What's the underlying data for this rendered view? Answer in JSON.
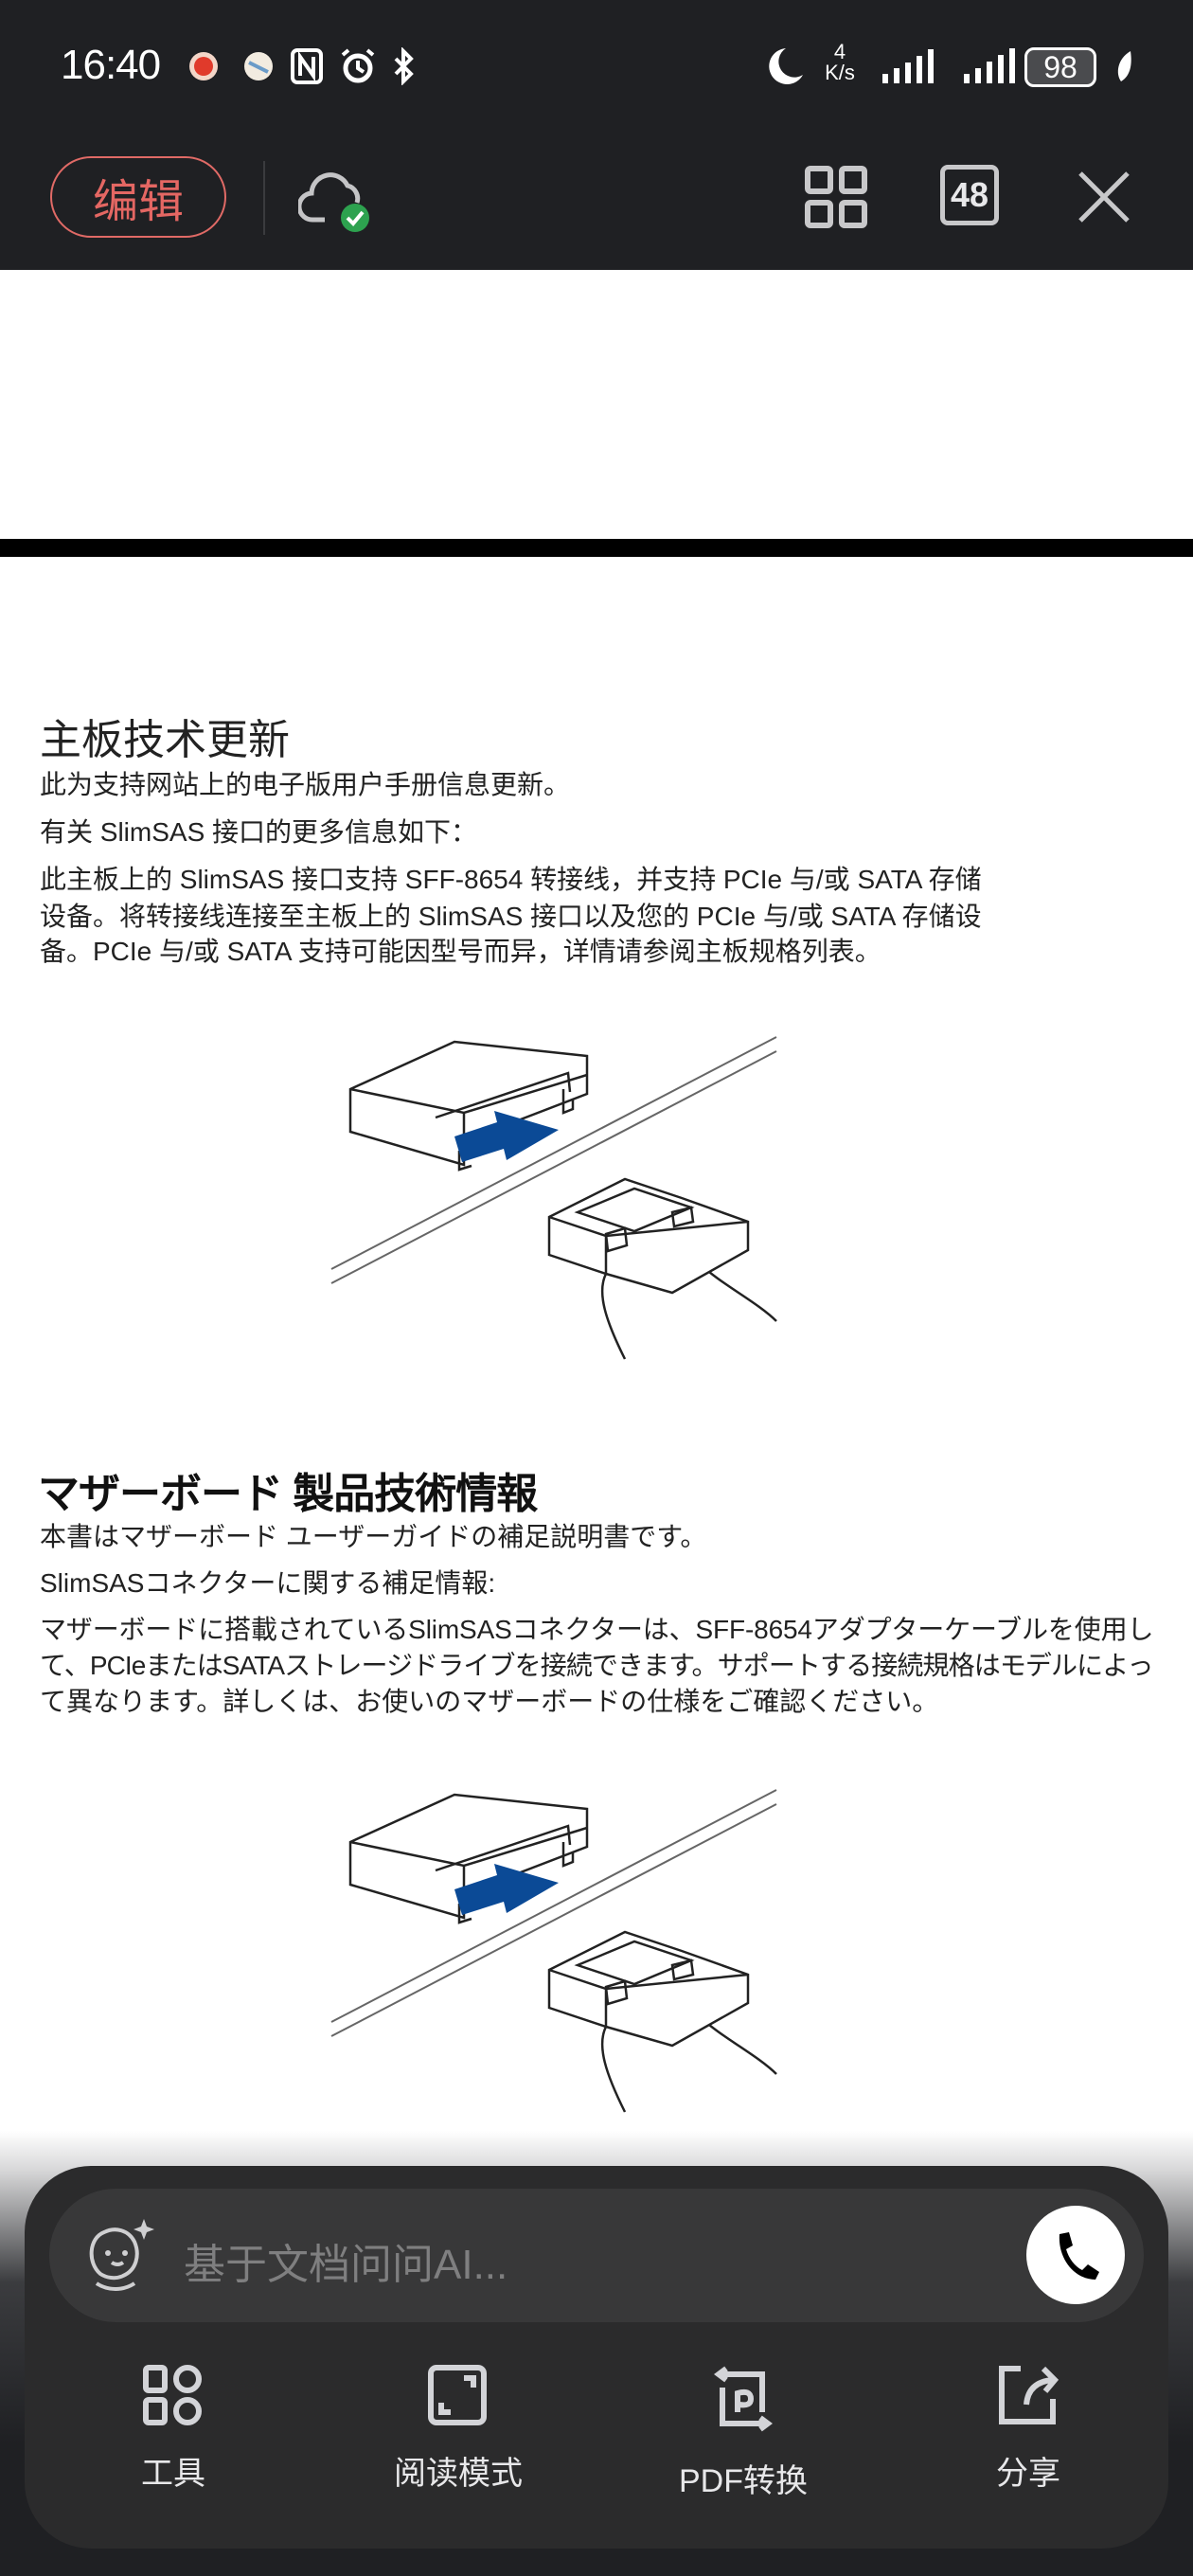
{
  "status_bar": {
    "time": "16:40",
    "net_speed_value": "4",
    "net_speed_unit": "K/s",
    "battery": "98"
  },
  "toolbar": {
    "edit_label": "编辑",
    "page_count": "48"
  },
  "document": {
    "section1": {
      "title": "主板技术更新",
      "lines": [
        "此为支持网站上的电子版用户手册信息更新。",
        "有关 SlimSAS 接口的更多信息如下：",
        "此主板上的 SlimSAS 接口支持 SFF-8654 转接线，并支持 PCIe 与/或 SATA 存储",
        "设备。将转接线连接至主板上的 SlimSAS 接口以及您的 PCIe 与/或 SATA 存储设",
        "备。PCIe 与/或 SATA 支持可能因型号而异，详情请参阅主板规格列表。"
      ]
    },
    "section2": {
      "title": "マザーボード 製品技術情報",
      "lines": [
        "本書はマザーボード ユーザーガイドの補足説明書です。",
        "SlimSASコネクターに関する補足情報:",
        "マザーボードに搭載されているSlimSASコネクターは、SFF-8654アダプターケーブルを使用し",
        "て、PCIeまたはSATAストレージドライブを接続できます。サポートする接続規格はモデルによっ",
        "て異なります。詳しくは、お使いのマザーボードの仕様をご確認ください。"
      ]
    },
    "arrow_color": "#0b4a96"
  },
  "bottom_panel": {
    "ai_placeholder": "基于文档问问AI...",
    "tools": [
      {
        "label": "工具",
        "icon": "grid-icon"
      },
      {
        "label": "阅读模式",
        "icon": "reading-mode-icon"
      },
      {
        "label": "PDF转换",
        "icon": "pdf-convert-icon"
      },
      {
        "label": "分享",
        "icon": "share-icon"
      }
    ]
  }
}
